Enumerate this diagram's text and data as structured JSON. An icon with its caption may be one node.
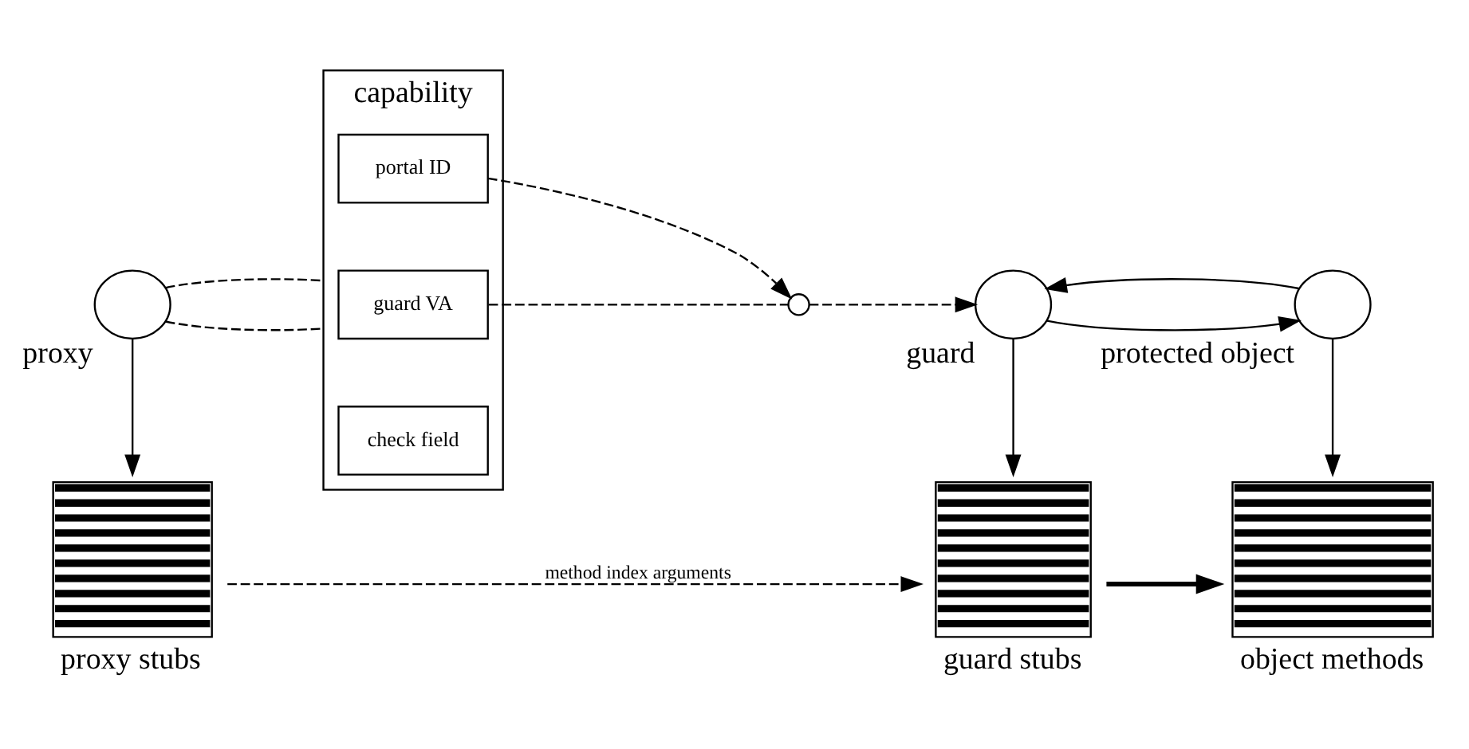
{
  "diagram": {
    "nodes": [
      {
        "text": [
          "proxy"
        ]
      },
      {
        "text": [
          "capability"
        ]
      },
      {
        "text": [
          "portal ID"
        ],
        "in": 1
      },
      {
        "text": [
          "guard VA"
        ],
        "in": 1
      },
      {
        "text": [
          "check field"
        ],
        "in": 1
      },
      {
        "text": [],
        "shape": "circle"
      },
      {
        "text": [
          "guard"
        ]
      },
      {
        "text": [
          "protected object"
        ]
      },
      {
        "text": [
          "proxy stubs"
        ]
      },
      {
        "text": [
          "guard stubs"
        ]
      },
      {
        "text": [
          "object methods"
        ]
      }
    ],
    "edges": [
      {
        "from": 0,
        "to": 1,
        "arrow": "none",
        "style": "dashed"
      },
      {
        "from": 0,
        "to": 1,
        "arrow": "none",
        "style": "dashed"
      },
      {
        "from": 2,
        "to": 5,
        "arrow": "to",
        "style": "dashed"
      },
      {
        "from": 3,
        "to": 5,
        "arrow": "none",
        "style": "dashed"
      },
      {
        "from": 5,
        "to": 6,
        "arrow": "to",
        "style": "dashed"
      },
      {
        "from": 6,
        "to": 7,
        "arrow": "to"
      },
      {
        "from": 7,
        "to": 6,
        "arrow": "to"
      },
      {
        "from": 0,
        "to": 8,
        "arrow": "to"
      },
      {
        "from": 6,
        "to": 9,
        "arrow": "to"
      },
      {
        "from": 7,
        "to": 10,
        "arrow": "to"
      },
      {
        "from": 8,
        "to": 9,
        "arrow": "to",
        "style": "dashed",
        "label": "method index arguments"
      },
      {
        "from": 9,
        "to": 10,
        "arrow": "to",
        "style": "thick"
      }
    ]
  }
}
